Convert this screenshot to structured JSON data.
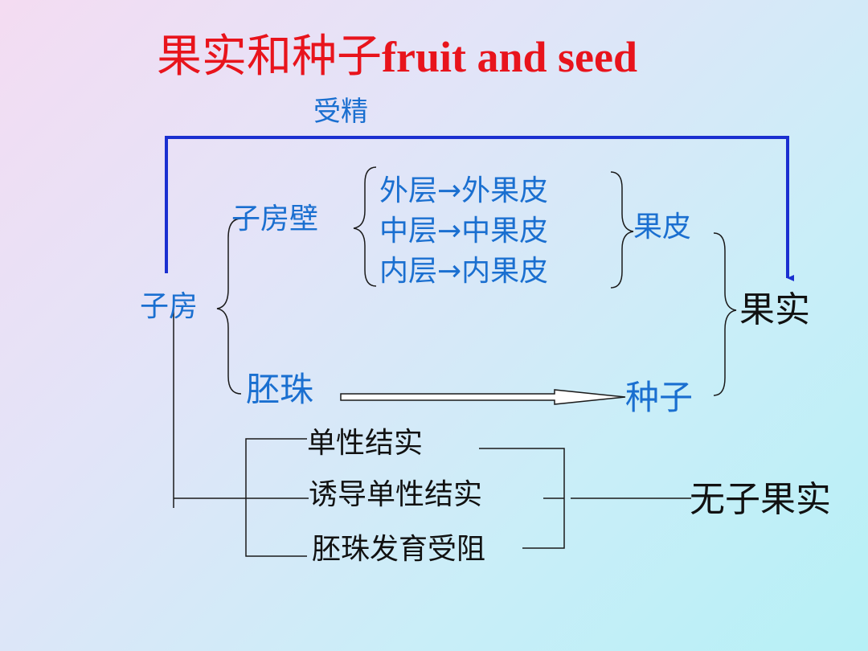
{
  "title": {
    "cn": "果实和种子",
    "en": "fruit and seed"
  },
  "fertilization_label": "受精",
  "ovary": "子房",
  "ovary_wall": "子房壁",
  "layers": {
    "outer": "外层→外果皮",
    "middle": "中层→中果皮",
    "inner": "内层→内果皮"
  },
  "pericarp": "果皮",
  "fruit": "果实",
  "ovule": "胚珠",
  "seed": "种子",
  "parthenocarpy": {
    "natural": "单性结实",
    "induced": "诱导单性结实",
    "ovule_abortion": "胚珠发育受阻"
  },
  "seedless_fruit": "无子果实",
  "colors": {
    "title": "#e8141c",
    "diagram_text": "#1a6fd0",
    "fertilization_line": "#1a2fd0",
    "black": "#111111"
  }
}
